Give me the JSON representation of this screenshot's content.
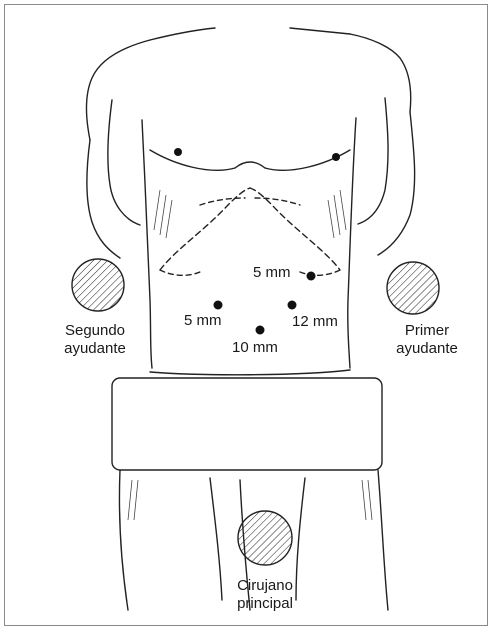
{
  "labels": {
    "segundo": [
      "Segundo",
      "ayudante"
    ],
    "primer": [
      "Primer",
      "ayudante"
    ],
    "cirujano": [
      "Cirujano",
      "principal"
    ]
  },
  "ports": {
    "upper_right": "5 mm",
    "left": "5 mm",
    "right": "12 mm",
    "umbilical": "10 mm"
  }
}
